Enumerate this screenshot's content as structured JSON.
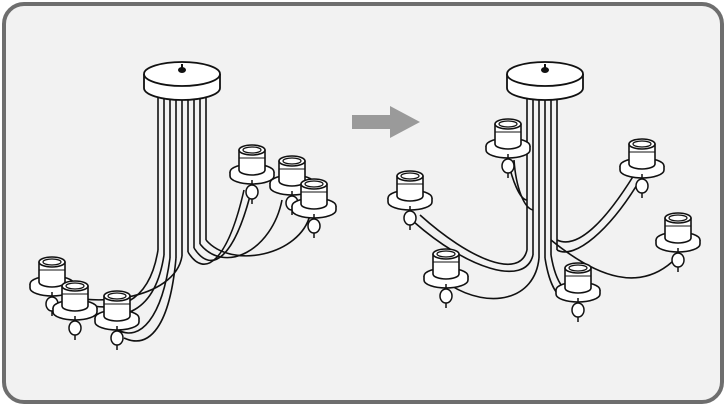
{
  "figure": {
    "frame_color": "#6e6e6e",
    "background_color": "#f2f2f2",
    "arrow_color": "#9a9a9a",
    "line_color": "#111111",
    "panels": [
      {
        "name": "before",
        "state": "arms-folded"
      },
      {
        "name": "after",
        "state": "arms-spread"
      }
    ],
    "arrow_icon": "right-arrow-icon"
  }
}
